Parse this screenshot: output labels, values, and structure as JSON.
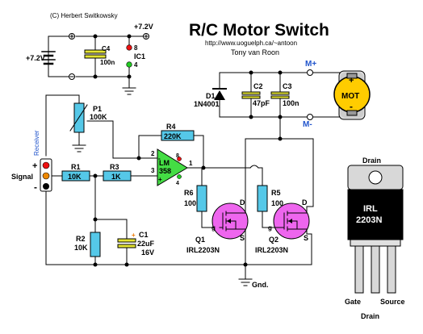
{
  "title": "R/C Motor Switch",
  "url": "http://www.uoguelph.ca/~antoon",
  "author": "Tony van Roon",
  "copyright": "(C) Herbert Switkowsky",
  "supply": {
    "v_top": "+7.2V",
    "v_left": "+7.2V"
  },
  "c4": {
    "ref": "C4",
    "value": "100n"
  },
  "ic1": {
    "ref": "IC1",
    "pin8": "8",
    "pin4": "4"
  },
  "receiver_label": "Receiver",
  "signal_label": "Signal",
  "p1": {
    "ref": "P1",
    "value": "100K"
  },
  "r1": {
    "ref": "R1",
    "value": "10K"
  },
  "r2": {
    "ref": "R2",
    "value": "10K"
  },
  "r3": {
    "ref": "R3",
    "value": "1K"
  },
  "r4": {
    "ref": "R4",
    "value": "220K"
  },
  "r5": {
    "ref": "R5",
    "value": "100"
  },
  "r6": {
    "ref": "R6",
    "value": "100"
  },
  "c1": {
    "ref": "C1",
    "value": "22uF",
    "voltage": "16V"
  },
  "c2": {
    "ref": "C2",
    "value": "47pF"
  },
  "c3": {
    "ref": "C3",
    "value": "100n"
  },
  "d1": {
    "ref": "D1",
    "value": "1N4001"
  },
  "opamp": {
    "line1": "LM",
    "line2": "358",
    "pin2": "2",
    "pin3": "3",
    "pin1": "1",
    "pin8": "8",
    "pin4": "4",
    "minus": "-",
    "plus": "+"
  },
  "q1": {
    "ref": "Q1",
    "part": "IRL2203N",
    "gate": "g",
    "drain": "D",
    "source": "S"
  },
  "q2": {
    "ref": "Q2",
    "part": "IRL2203N",
    "gate": "g",
    "drain": "D",
    "source": "S"
  },
  "motor": {
    "label": "MOT",
    "plus": "+",
    "minus": "-",
    "mplus": "M+",
    "mminus": "M-"
  },
  "ground_label": "Gnd.",
  "package": {
    "line1": "IRL",
    "line2": "2203N",
    "drain_top": "Drain",
    "gate": "Gate",
    "source": "Source",
    "drain_bottom": "Drain"
  },
  "colors": {
    "resistor": "#55c8e8",
    "capacitor": "#e4e432",
    "opamp": "#44dd44",
    "mosfet": "#ee66ee",
    "motor": "#ffcc00",
    "red_dot": "#ee1111",
    "green_dot": "#22cc22",
    "cap_plus": "#ee7700"
  }
}
